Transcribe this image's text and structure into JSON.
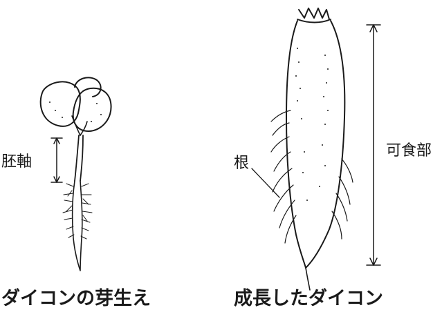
{
  "labels": {
    "hypocotyl": "胚軸",
    "root": "根",
    "edible_part": "可食部"
  },
  "captions": {
    "seedling": "ダイコンの芽生え",
    "mature": "成長したダイコン"
  },
  "colors": {
    "ink": "#1a1a1a",
    "background": "#ffffff"
  }
}
